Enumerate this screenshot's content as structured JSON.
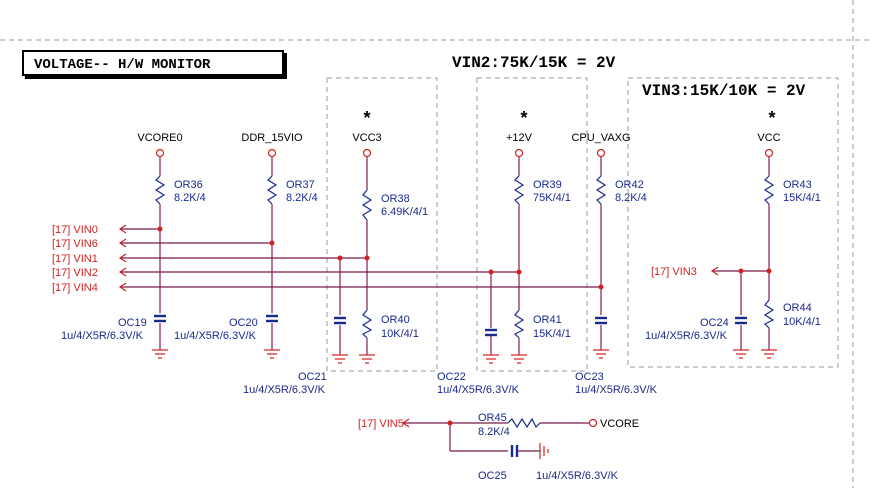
{
  "title": "VOLTAGE-- H/W MONITOR",
  "vin2_note": "VIN2:75K/15K = 2V",
  "vin3_note": "VIN3:15K/10K = 2V",
  "star": "*",
  "nets": {
    "vcore0": "VCORE0",
    "ddr": "DDR_15VIO",
    "vcc3": "VCC3",
    "p12v": "+12V",
    "cpu_vaxg": "CPU_VAXG",
    "vcc": "VCC",
    "vcore": "VCORE"
  },
  "ports": {
    "vin0": "[17]  VIN0",
    "vin6": "[17]  VIN6",
    "vin1": "[17]  VIN1",
    "vin2": "[17]  VIN2",
    "vin4": "[17]  VIN4",
    "vin3": "[17]  VIN3",
    "vin5": "[17]  VIN5"
  },
  "resistors": {
    "or36": {
      "ref": "OR36",
      "value": "8.2K/4"
    },
    "or37": {
      "ref": "OR37",
      "value": "8.2K/4"
    },
    "or38": {
      "ref": "OR38",
      "value": "6.49K/4/1"
    },
    "or39": {
      "ref": "OR39",
      "value": "75K/4/1"
    },
    "or42": {
      "ref": "OR42",
      "value": "8.2K/4"
    },
    "or43": {
      "ref": "OR43",
      "value": "15K/4/1"
    },
    "or40": {
      "ref": "OR40",
      "value": "10K/4/1"
    },
    "or41": {
      "ref": "OR41",
      "value": "15K/4/1"
    },
    "or44": {
      "ref": "OR44",
      "value": "10K/4/1"
    },
    "or45": {
      "ref": "OR45",
      "value": "8.2K/4"
    }
  },
  "capacitors": {
    "oc19": {
      "ref": "OC19",
      "value": "1u/4/X5R/6.3V/K"
    },
    "oc20": {
      "ref": "OC20",
      "value": "1u/4/X5R/6.3V/K"
    },
    "oc21": {
      "ref": "OC21",
      "value": "1u/4/X5R/6.3V/K"
    },
    "oc22": {
      "ref": "OC22",
      "value": "1u/4/X5R/6.3V/K"
    },
    "oc23": {
      "ref": "OC23",
      "value": "1u/4/X5R/6.3V/K"
    },
    "oc24": {
      "ref": "OC24",
      "value": "1u/4/X5R/6.3V/K"
    },
    "oc25": {
      "ref": "OC25",
      "value": "1u/4/X5R/6.3V/K"
    }
  }
}
